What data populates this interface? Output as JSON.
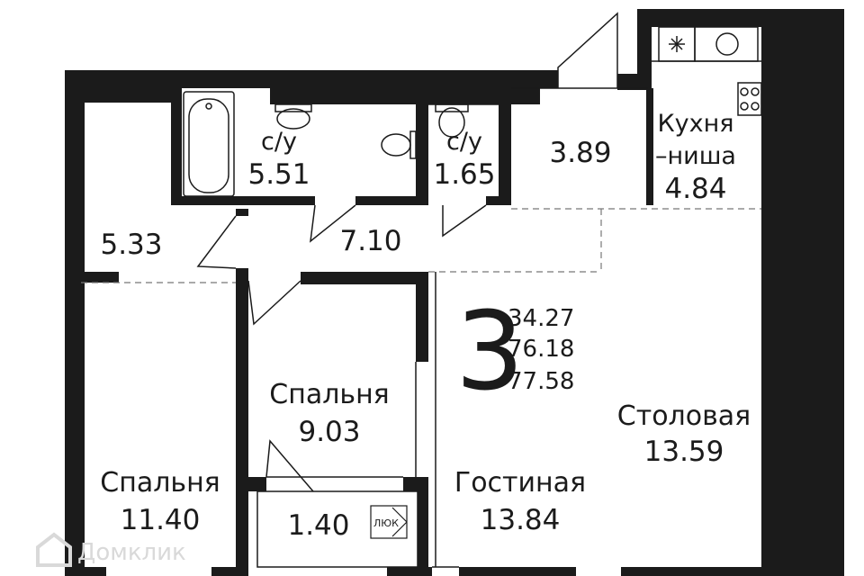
{
  "plan": {
    "room_count": "3",
    "summary": {
      "living": "34.27",
      "total": "76.18",
      "total_with_balcony": "77.58"
    },
    "rooms": {
      "bath_1": {
        "name": "с/у",
        "area": "5.51"
      },
      "bath_2": {
        "name": "с/у",
        "area": "1.65"
      },
      "storage": {
        "area": "3.89"
      },
      "kitchen": {
        "name_line1": "Кухня",
        "name_line2": "–ниша",
        "area": "4.84"
      },
      "wardrobe": {
        "area": "5.33"
      },
      "hall": {
        "area": "7.10"
      },
      "bedroom_small": {
        "name": "Спальня",
        "area": "9.03"
      },
      "bedroom_large": {
        "name": "Спальня",
        "area": "11.40"
      },
      "living": {
        "name": "Гостиная",
        "area": "13.84"
      },
      "dining": {
        "name": "Столовая",
        "area": "13.59"
      },
      "balcony": {
        "area": "1.40"
      }
    },
    "hatch_label": "ЛЮК"
  },
  "watermark": {
    "text": "Домклик"
  },
  "colors": {
    "wall": "#1b1b1b",
    "line": "#1b1b1b",
    "dash": "#777777",
    "watermark": "#d9d9d9"
  }
}
